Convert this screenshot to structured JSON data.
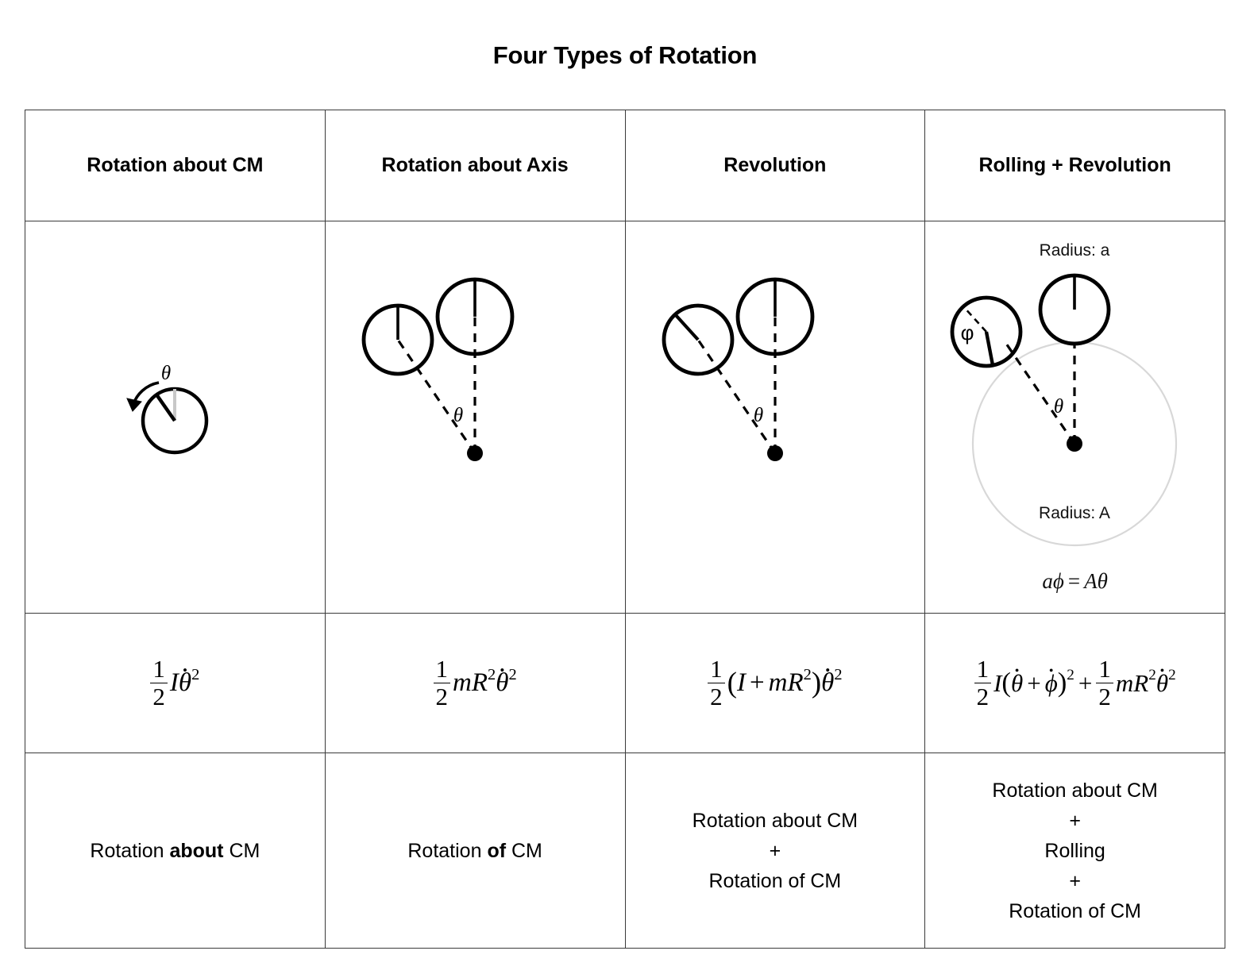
{
  "title": "Four Types of Rotation",
  "table": {
    "headers": [
      "Rotation about CM",
      "Rotation about Axis",
      "Revolution",
      "Rolling + Revolution"
    ],
    "diagram_labels": {
      "theta": "θ",
      "phi": "φ",
      "radius_small": "Radius: a",
      "radius_large": "Radius: A",
      "rolling_constraint_a": "a",
      "rolling_constraint_phi": "ϕ",
      "rolling_constraint_eq": "=",
      "rolling_constraint_A": "A",
      "rolling_constraint_theta": "θ"
    },
    "formulas": [
      {
        "id": "rotation-about-cm-energy",
        "plain": "1/2 I θ̇^2",
        "num": "1",
        "den": "2",
        "I": "I",
        "theta": "θ",
        "exp": "2"
      },
      {
        "id": "rotation-about-axis-energy",
        "plain": "1/2 m R^2 θ̇^2",
        "num": "1",
        "den": "2",
        "m": "m",
        "R": "R",
        "Rexp": "2",
        "theta": "θ",
        "exp": "2"
      },
      {
        "id": "revolution-energy",
        "plain": "1/2 (I + m R^2) θ̇^2",
        "num": "1",
        "den": "2",
        "open": "(",
        "I": "I",
        "plus": "+",
        "m": "m",
        "R": "R",
        "Rexp": "2",
        "close": ")",
        "theta": "θ",
        "exp": "2"
      },
      {
        "id": "rolling-revolution-energy",
        "plain": "1/2 I (θ̇ + ϕ̇)^2 + 1/2 m R^2 θ̇^2",
        "num1": "1",
        "den1": "2",
        "I": "I",
        "open": "(",
        "theta1": "θ",
        "plus1": "+",
        "phi": "ϕ",
        "close": ")",
        "exp1": "2",
        "plus2": "+",
        "num2": "1",
        "den2": "2",
        "m": "m",
        "R": "R",
        "Rexp": "2",
        "theta2": "θ",
        "exp2": "2"
      }
    ],
    "descriptions": [
      {
        "id": "rotation-about-cm-desc",
        "lines": [
          {
            "pre": "Rotation ",
            "bold": "about",
            "post": " CM"
          }
        ]
      },
      {
        "id": "rotation-about-axis-desc",
        "lines": [
          {
            "pre": "Rotation ",
            "bold": "of",
            "post": " CM"
          }
        ]
      },
      {
        "id": "revolution-desc",
        "lines": [
          {
            "pre": "Rotation about CM",
            "bold": "",
            "post": ""
          },
          {
            "pre": "+",
            "bold": "",
            "post": ""
          },
          {
            "pre": "Rotation of CM",
            "bold": "",
            "post": ""
          }
        ]
      },
      {
        "id": "rolling-revolution-desc",
        "lines": [
          {
            "pre": "Rotation about CM",
            "bold": "",
            "post": ""
          },
          {
            "pre": "+",
            "bold": "",
            "post": ""
          },
          {
            "pre": "Rolling",
            "bold": "",
            "post": ""
          },
          {
            "pre": "+",
            "bold": "",
            "post": ""
          },
          {
            "pre": "Rotation of CM",
            "bold": "",
            "post": ""
          }
        ]
      }
    ]
  },
  "colors": {
    "stroke": "#000000",
    "border": "#3a3a3a",
    "faint_circle": "#d8d8d8",
    "gray_reference_line": "#c8c8c8",
    "background": "#ffffff",
    "text": "#111111"
  }
}
